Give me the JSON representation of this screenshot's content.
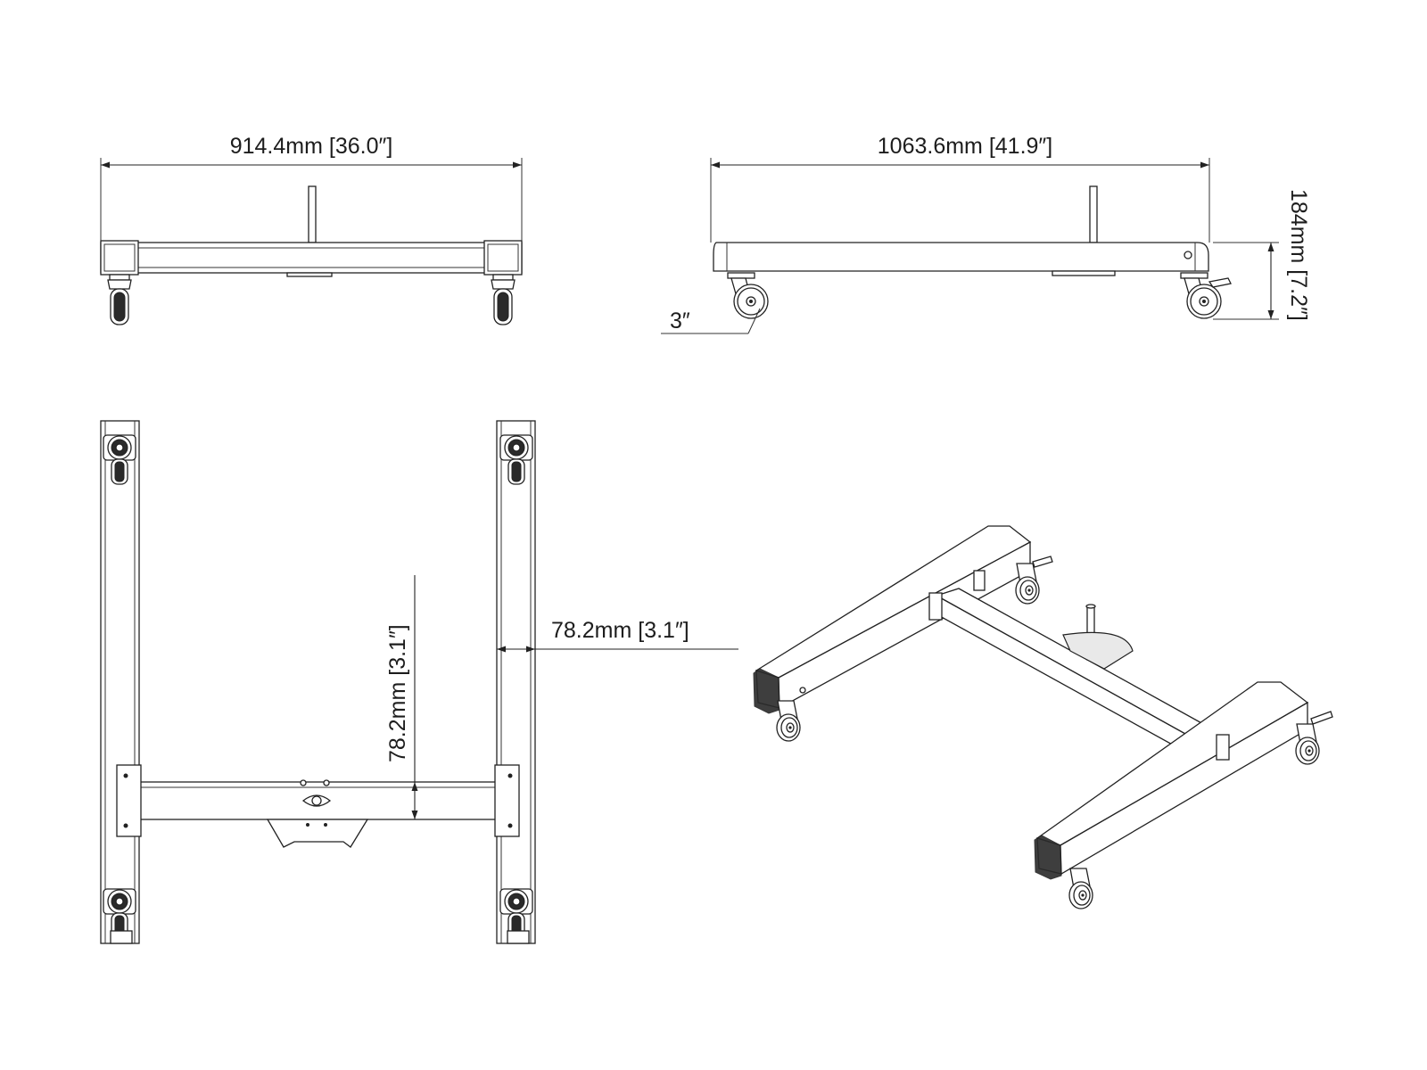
{
  "dimensions": {
    "front_width": "914.4mm [36.0″]",
    "side_length": "1063.6mm [41.9″]",
    "height": "184mm [7.2″]",
    "caster": "3″",
    "bar_width_right": "78.2mm [3.1″]",
    "bar_width_cross": "78.2mm [3.1″]"
  },
  "colors": {
    "line": "#222222",
    "background": "#ffffff"
  }
}
